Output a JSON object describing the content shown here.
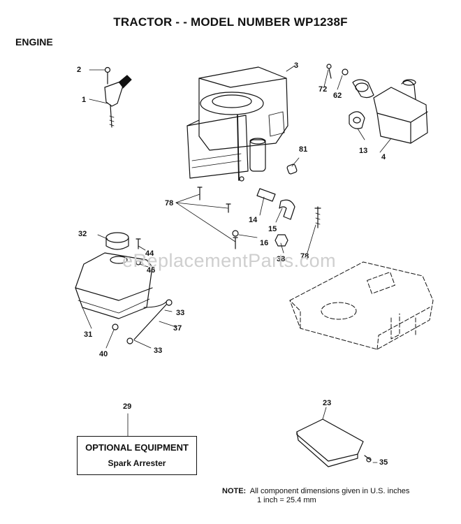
{
  "title": "TRACTOR - - MODEL NUMBER WP1238F",
  "section": "ENGINE",
  "watermark": "eReplacementParts.com",
  "parts": {
    "p1": "1",
    "p2": "2",
    "p3": "3",
    "p4": "4",
    "p13": "13",
    "p14": "14",
    "p15": "15",
    "p16": "16",
    "p23": "23",
    "p29": "29",
    "p31": "31",
    "p32": "32",
    "p33a": "33",
    "p33b": "33",
    "p35": "35",
    "p37": "37",
    "p38": "38",
    "p40": "40",
    "p44": "44",
    "p46": "46",
    "p62": "62",
    "p72": "72",
    "p78a": "78",
    "p78b": "78",
    "p81": "81"
  },
  "optional_box": {
    "line1": "OPTIONAL EQUIPMENT",
    "line2": "Spark Arrester"
  },
  "note": {
    "label": "NOTE:",
    "line1": "All component dimensions given in U.S. inches",
    "line2": "1 inch = 25.4 mm"
  }
}
